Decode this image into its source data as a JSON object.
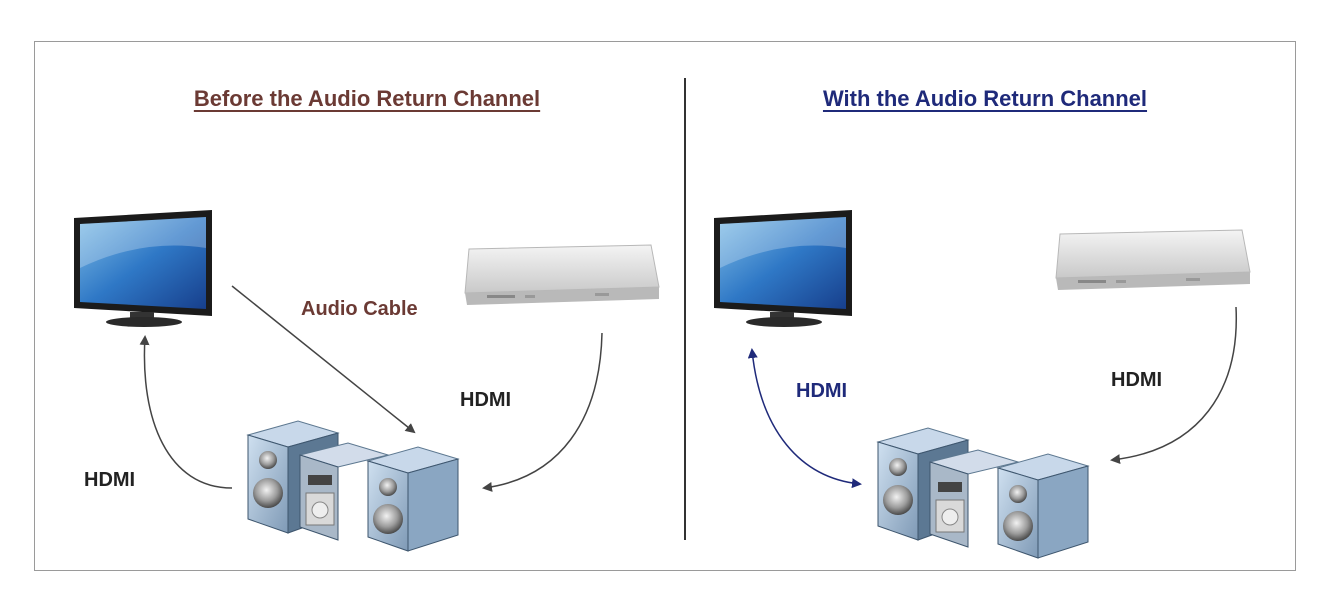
{
  "panels": {
    "left": {
      "title": "Before the Audio Return Channel",
      "audio_label": "Audio Cable",
      "hdmi_player_label": "HDMI",
      "hdmi_tv_label": "HDMI"
    },
    "right": {
      "title": "With the Audio Return Channel",
      "hdmi_tv_label": "HDMI",
      "hdmi_player_label": "HDMI"
    }
  },
  "colors": {
    "left_title": "#6b3a34",
    "right_title": "#1f2a7a",
    "arrow": "#444444"
  },
  "icons": [
    "tv-icon",
    "dvd-player-icon",
    "stereo-system-icon"
  ]
}
